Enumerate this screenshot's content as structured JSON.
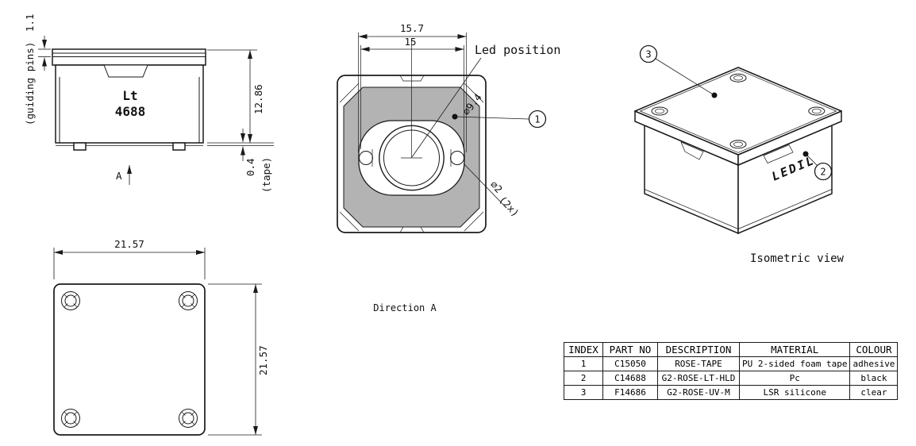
{
  "side_view": {
    "dim_guiding_pins": "1.1",
    "dim_guiding_pins_note": "(guiding pins)",
    "marking_line1": "Lt",
    "marking_line2": "4688",
    "dim_height": "12.86",
    "dim_tape": "0.4",
    "dim_tape_note": "(tape)",
    "direction_label": "A"
  },
  "bottom_view": {
    "dim_width": "21.57",
    "dim_height": "21.57"
  },
  "front_view": {
    "dim_outer_width": "15.7",
    "dim_inner_width": "15",
    "led_position_label": "Led position",
    "dim_lens_diameter": "⌀9.4",
    "dim_hole_diameter": "⌀2",
    "dim_hole_count": "(2x)",
    "balloon_1": "1",
    "caption": "Direction A"
  },
  "isometric_view": {
    "balloon_2": "2",
    "balloon_3": "3",
    "brand_text": "LEDIL",
    "caption": "Isometric view"
  },
  "parts_table": {
    "headers": [
      "INDEX",
      "PART NO",
      "DESCRIPTION",
      "MATERIAL",
      "COLOUR"
    ],
    "rows": [
      [
        "1",
        "C15050",
        "ROSE-TAPE",
        "PU 2-sided foam tape",
        "adhesive"
      ],
      [
        "2",
        "C14688",
        "G2-ROSE-LT-HLD",
        "Pc",
        "black"
      ],
      [
        "3",
        "F14686",
        "G2-ROSE-UV-M",
        "LSR silicone",
        "clear"
      ]
    ]
  },
  "colors": {
    "line": "#1a1a1a",
    "tape_fill": "#b3b3b3",
    "background": "#ffffff"
  }
}
